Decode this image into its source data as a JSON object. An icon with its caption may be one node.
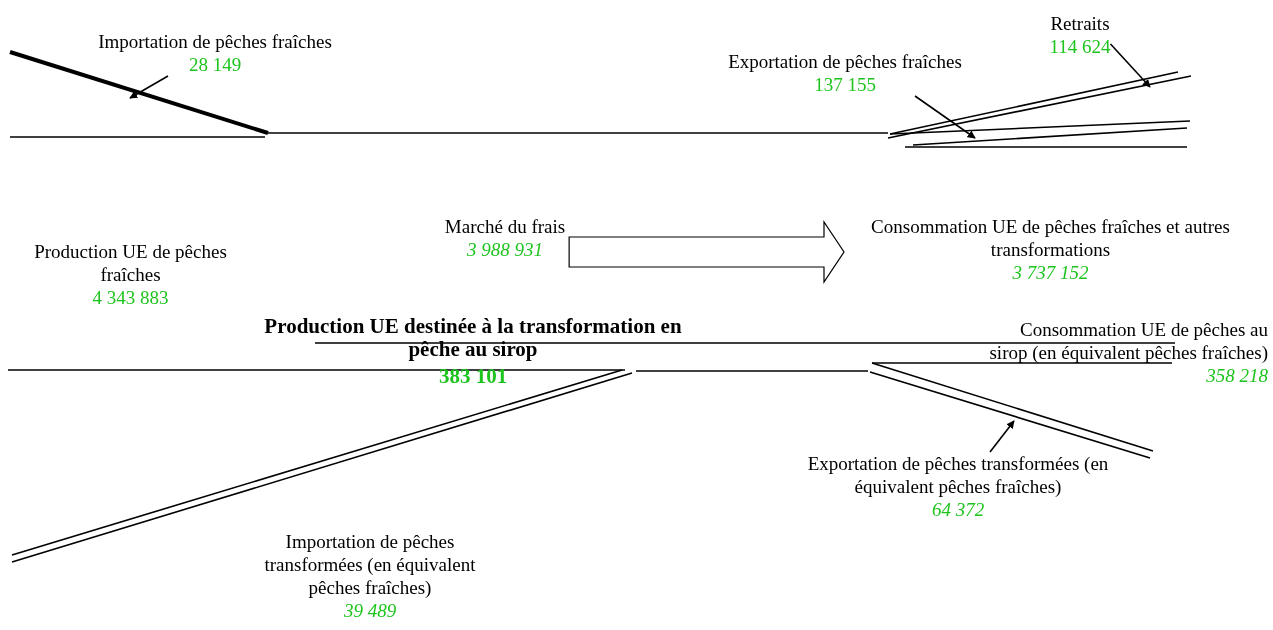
{
  "diagram": {
    "nodes": [
      {
        "text": [
          "Importation de pêches fraîches",
          "28 149"
        ]
      },
      {
        "text": [
          "Exportation de pêches fraîches",
          "137 155"
        ]
      },
      {
        "text": [
          "Retraits",
          "114 624"
        ]
      },
      {
        "text": [
          "Production UE de pêches fraîches",
          "4 343 883"
        ]
      },
      {
        "text": [
          "Marché du frais",
          "3 988 931"
        ]
      },
      {
        "text": [
          "Consommation UE de pêches fraîches et autres transformations",
          "3 737 152"
        ]
      },
      {
        "text": [
          "Production UE destinée à la transformation en pêche au sirop",
          "383 101"
        ]
      },
      {
        "text": [
          "Consommation UE de pêches au sirop (en équivalent pêches fraîches)",
          "358 218"
        ]
      },
      {
        "text": [
          "Exportation de pêches transformées (en équivalent pêches fraîches)",
          "64 372"
        ]
      },
      {
        "text": [
          "Importation de pêches transformées (en équivalent pêches fraîches)",
          "39 489"
        ]
      }
    ],
    "edges": [
      {
        "from": 0,
        "to": null,
        "arrow": "to"
      },
      {
        "from": 1,
        "to": null,
        "arrow": "to"
      },
      {
        "from": 2,
        "to": null,
        "arrow": "to"
      },
      {
        "from": 4,
        "to": 5,
        "arrow": "to"
      },
      {
        "from": 8,
        "to": null,
        "arrow": "to"
      }
    ]
  }
}
